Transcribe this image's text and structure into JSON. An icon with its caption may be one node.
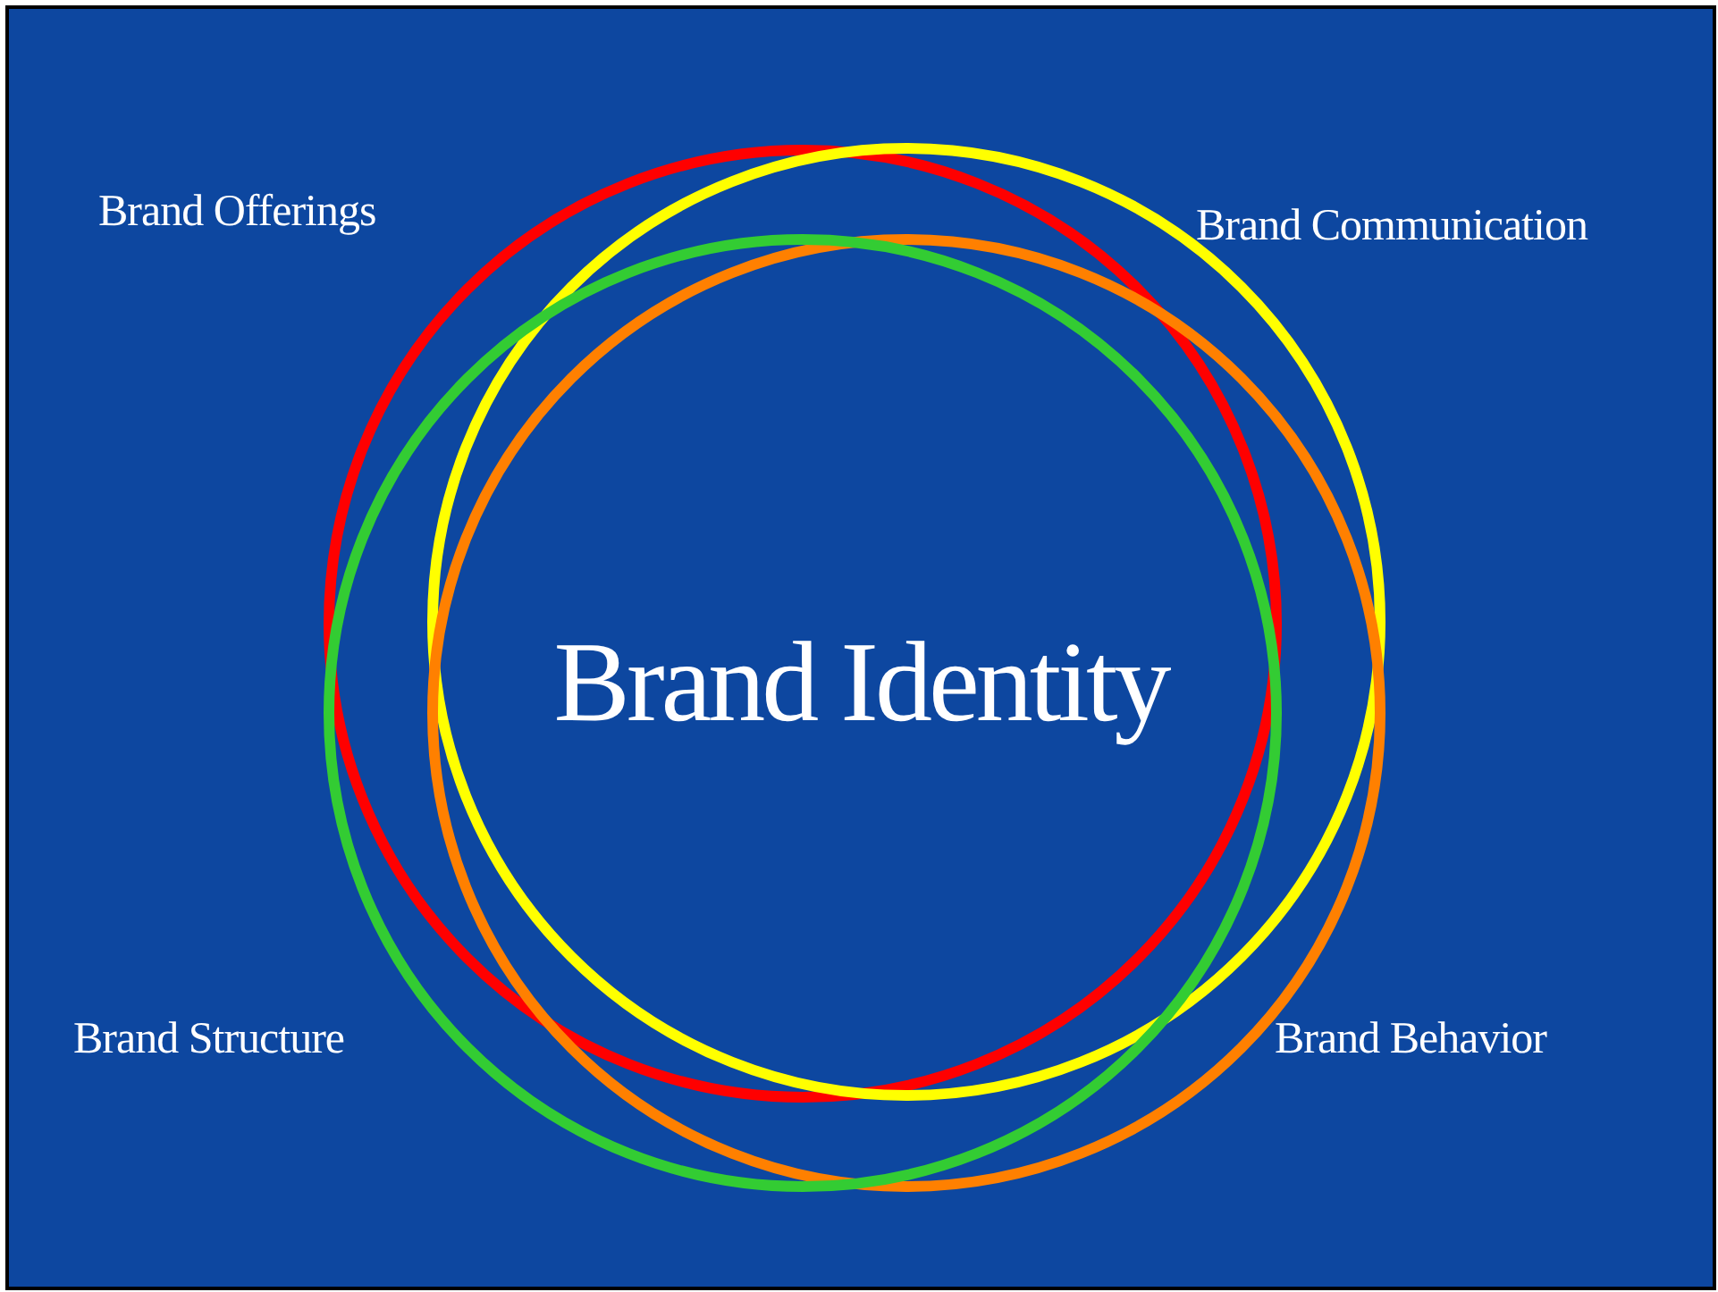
{
  "diagram": {
    "nodes": [
      {
        "text": [
          "Brand Offerings"
        ]
      },
      {
        "text": [
          "Brand Communication"
        ]
      },
      {
        "text": [
          "Brand Structure"
        ]
      },
      {
        "text": [
          "Brand Behavior"
        ]
      }
    ],
    "labels": [
      "Brand Identity"
    ]
  }
}
